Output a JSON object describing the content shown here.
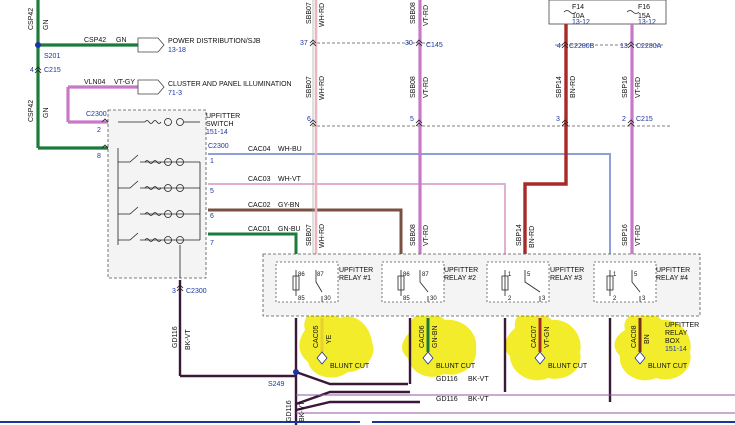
{
  "connectors": {
    "s201": "S201",
    "c215_left": "C215",
    "c2300_top": "C2300",
    "c2300_mid": "C2300",
    "c2300_bottom": "C2300",
    "c145": "C145",
    "c215_right": "C215",
    "c2280b": "C2280B",
    "c2280a": "C2280A",
    "s249": "S249"
  },
  "pins": {
    "p4_left": "4",
    "p2": "2",
    "p8": "8",
    "p1": "1",
    "p5": "5",
    "p6": "6",
    "p7": "7",
    "p3": "3",
    "p37": "37",
    "p30": "30",
    "p6_top": "6",
    "p5_mid": "5",
    "p4_fuse": "4",
    "p13": "13",
    "p3_fuse": "3",
    "p2_fuse": "2"
  },
  "circuits": {
    "csp42_top": "CSP42",
    "gn_top": "GN",
    "csp42_h": "CSP42",
    "gn_h": "GN",
    "vln04": "VLN04",
    "vt_gy": "VT-GY",
    "csp42_low": "CSP42",
    "gn_low": "GN",
    "cac04": "CAC04",
    "wh_bu": "WH-BU",
    "cac03": "CAC03",
    "wh_vt": "WH-VT",
    "cac02": "CAC02",
    "gy_bn": "GY-BN",
    "cac01": "CAC01",
    "gn_bu": "GN-BU",
    "sbb07_top": "SBB07",
    "wh_rd_top": "WH-RD",
    "sbb08_top": "SBB08",
    "vt_rd_top": "VT-RD",
    "sbb07_mid": "SBB07",
    "wh_rd_mid": "WH-RD",
    "sbb08_mid": "SBB08",
    "vt_rd_mid": "VT-RD",
    "sbp14_mid": "SBP14",
    "bn_rd_mid": "BN-RD",
    "sbp16_mid": "SBP16",
    "vt_rd_mid2": "VT-RD",
    "sbb07_low": "SBB07",
    "wh_rd_low": "WH-RD",
    "sbb08_low": "SBB08",
    "vt_rd_low": "VT-RD",
    "sbp14_low": "SBP14",
    "bn_rd_low": "BN-RD",
    "sbp16_low": "SBP16",
    "vt_rd_low2": "VT-RD",
    "gd116_v": "GD116",
    "bk_vt_v": "BK-VT",
    "cac05": "CAC05",
    "ye": "YE",
    "cac06": "CAC06",
    "gn_bn": "GN-BN",
    "cac07": "CAC07",
    "vt_gn": "VT-GN",
    "cac08": "CAC08",
    "bn": "BN",
    "gd116_h1": "GD116",
    "bk_vt_h1": "BK-VT",
    "gd116_h2": "GD116",
    "bk_vt_h2": "BK-VT",
    "gd116_bottom": "GD116",
    "bk_vt_bottom": "BK-VT"
  },
  "components": {
    "power_dist": "POWER DISTRIBUTION/SJB",
    "power_dist_ref": "13-18",
    "cluster": "CLUSTER AND PANEL ILLUMINATION",
    "cluster_ref": "71-3",
    "upfitter_switch_1": "UPFITTER",
    "upfitter_switch_2": "SWITCH",
    "upfitter_switch_ref": "151-14",
    "f14": "F14",
    "f14_amp": "10A",
    "f14_ref": "13-12",
    "f16": "F16",
    "f16_amp": "15A",
    "f16_ref": "13-12",
    "relay1_a": "UPFITTER",
    "relay1_b": "RELAY #1",
    "relay2_a": "UPFITTER",
    "relay2_b": "RELAY #2",
    "relay3_a": "UPFITTER",
    "relay3_b": "RELAY #3",
    "relay4_a": "UPFITTER",
    "relay4_b": "RELAY #4",
    "relay_box_a": "UPFITTER",
    "relay_box_b": "RELAY",
    "relay_box_c": "BOX",
    "relay_box_ref": "151-14",
    "relay_pin_86": "86",
    "relay_pin_87": "87",
    "relay_pin_85": "85",
    "relay_pin_30": "30",
    "relay_pin_1": "1",
    "relay_pin_2": "2",
    "relay_pin_3": "3",
    "relay_pin_5": "5"
  },
  "annotations": {
    "blunt_cut": "BLUNT CUT"
  },
  "colors": {
    "green_wire": "#1c7a3a",
    "violet_wire": "#c878c8",
    "brown_wire": "#7a3018",
    "blue_label": "#1a35a0",
    "highlight": "#f2ec2a"
  }
}
